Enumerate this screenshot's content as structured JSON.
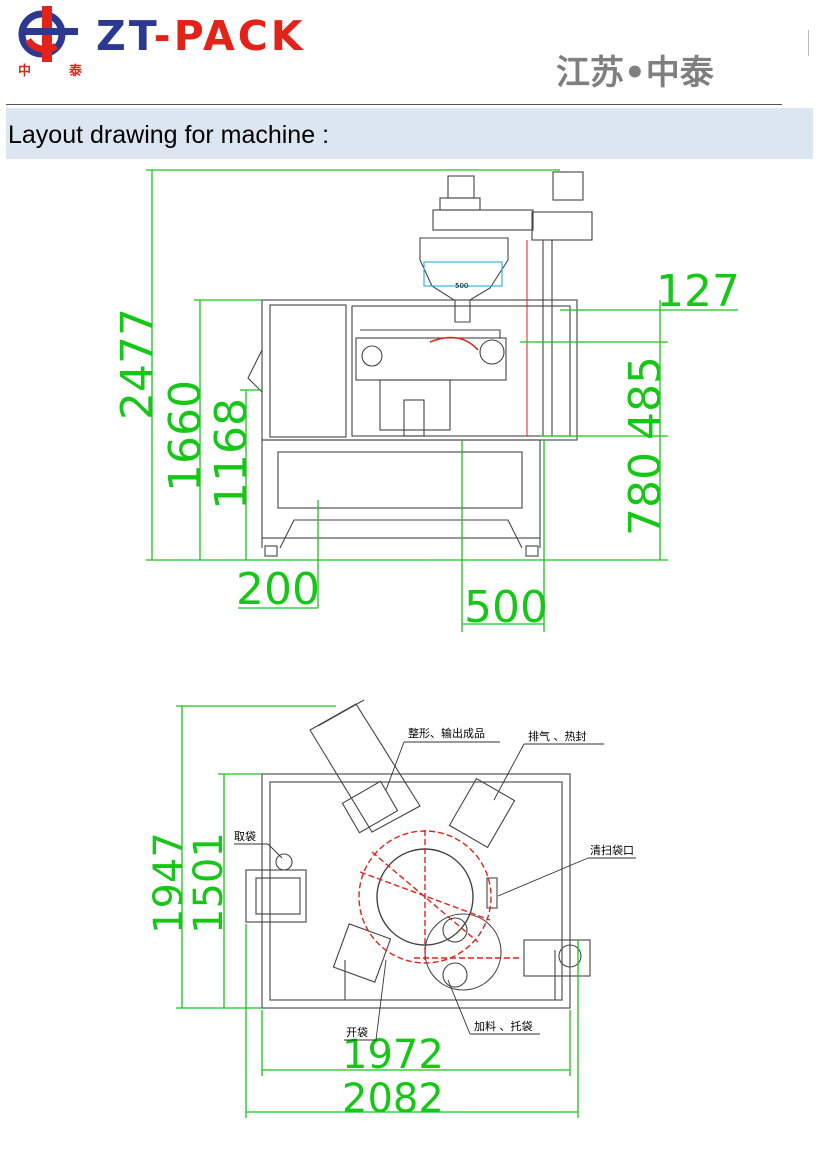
{
  "header": {
    "brand_part1": "ZT",
    "brand_dash": "-",
    "brand_part2": "PACK",
    "logo_cn_left": "中",
    "logo_cn_right": "泰",
    "company_cn": "江苏•中泰"
  },
  "section": {
    "title": "Layout drawing for machine :"
  },
  "colors": {
    "brand_blue": "#2b3990",
    "brand_red": "#e2231a",
    "dimension_green": "#17c717",
    "section_bar": "#dce6f1"
  },
  "front_view": {
    "dimensions": {
      "total_height": "2477",
      "frame_height": "1660",
      "table_height": "1168",
      "base_height": "200",
      "offset_width": "500",
      "top_offset": "127",
      "middle_height": "485",
      "lower_height": "780"
    },
    "hopper_label": "500"
  },
  "top_view": {
    "dimensions": {
      "total_depth": "1947",
      "frame_depth": "1501",
      "frame_width": "1972",
      "total_width": "2082"
    },
    "station_labels": {
      "shaping_output": "整形、输出成品",
      "exhaust_sealing": "排气 、热封",
      "take_bag": "取袋",
      "clean_bag_mouth": "清扫袋口",
      "open_bag": "开袋",
      "filling_support": "加料 、托袋"
    }
  }
}
